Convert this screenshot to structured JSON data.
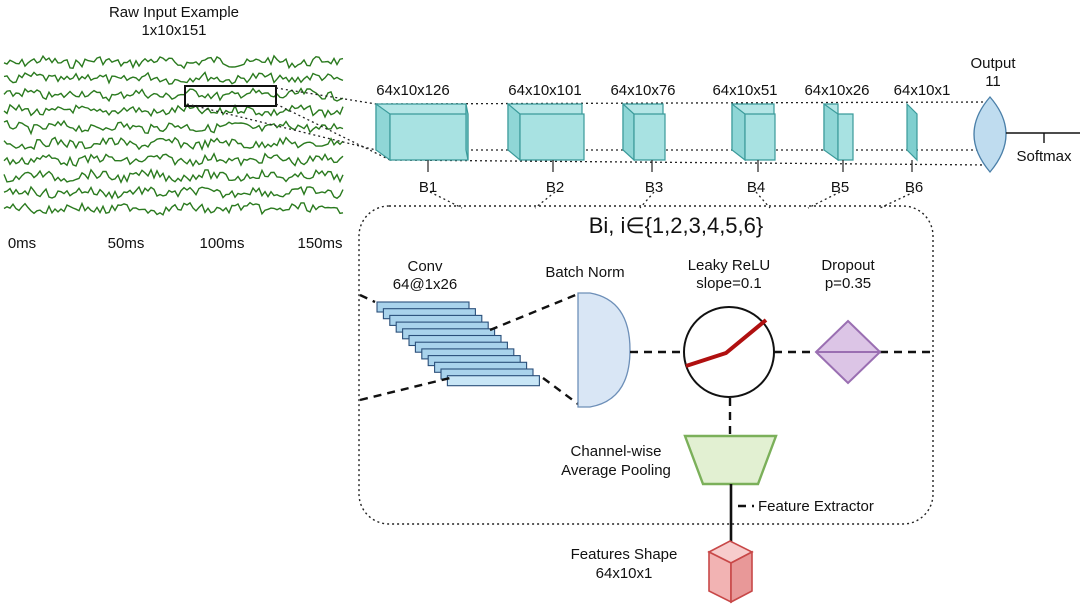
{
  "raw_input": {
    "title": "Raw Input Example",
    "shape": "1x10x151",
    "time_ticks": [
      "0ms",
      "50ms",
      "100ms",
      "150ms"
    ]
  },
  "blocks": [
    {
      "shape": "64x10x126",
      "label": "B1"
    },
    {
      "shape": "64x10x101",
      "label": "B2"
    },
    {
      "shape": "64x10x76",
      "label": "B3"
    },
    {
      "shape": "64x10x51",
      "label": "B4"
    },
    {
      "shape": "64x10x26",
      "label": "B5"
    },
    {
      "shape": "64x10x1",
      "label": "B6"
    }
  ],
  "output": {
    "title": "Output",
    "size": "11",
    "activation": "Softmax"
  },
  "block_detail": {
    "title": "Bi, i∈{1,2,3,4,5,6}",
    "conv": {
      "title": "Conv",
      "spec": "64@1x26"
    },
    "batch_norm": {
      "title": "Batch Norm"
    },
    "leaky_relu": {
      "title": "Leaky ReLU",
      "spec": "slope=0.1"
    },
    "dropout": {
      "title": "Dropout",
      "spec": "p=0.35"
    },
    "pooling": {
      "line1": "Channel-wise",
      "line2": "Average Pooling"
    },
    "feature_extractor": "Feature Extractor"
  },
  "features": {
    "title": "Features Shape",
    "shape": "64x10x1"
  },
  "colors": {
    "signal": "#2a7a1e",
    "block_face": "#a8e2e2",
    "block_top": "#c8efef",
    "block_side": "#7fcfcf",
    "block_edge": "#3a9a9a",
    "output_lens": "#bfdcef",
    "batch_norm": "#d9e6f5",
    "conv_filter": "#a9d3ec",
    "relu_line": "#b01010",
    "dropout": "#dcc5e6",
    "dropout_edge": "#9a6fb2",
    "pooling": "#e2f0d2",
    "pooling_edge": "#7bb05a",
    "features": "#f2b3b3",
    "features_edge": "#c84848"
  }
}
